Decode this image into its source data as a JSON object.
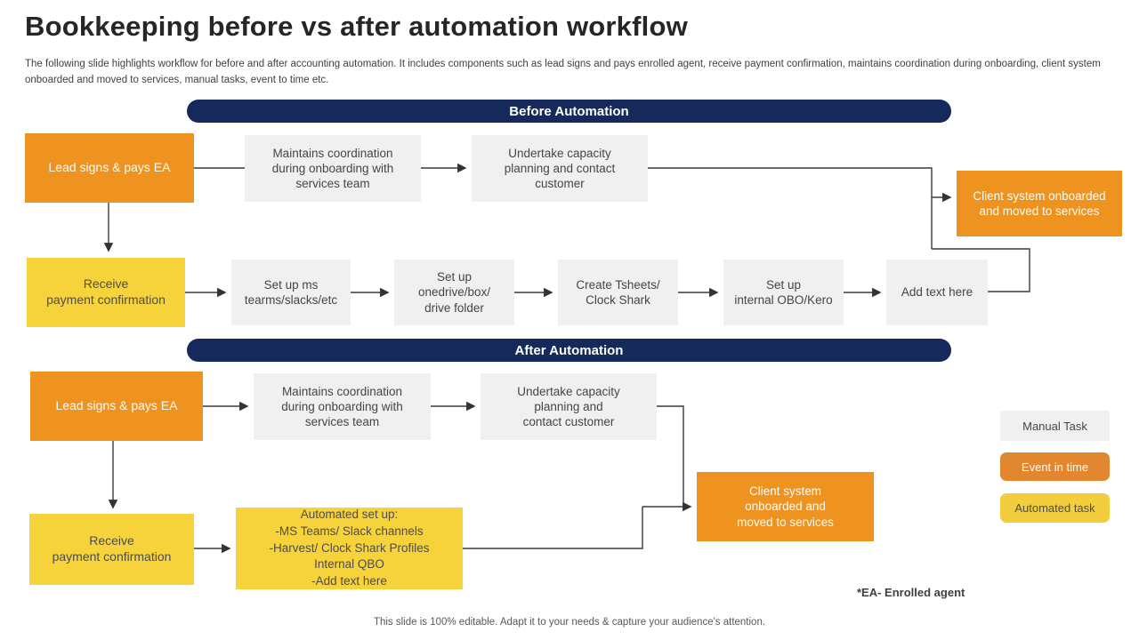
{
  "slide": {
    "title": "Bookkeeping before vs after automation workflow",
    "subtitle": "The following slide highlights workflow for before and after accounting automation. It includes components such as lead signs and pays enrolled agent, receive payment confirmation, maintains coordination during onboarding, client system onboarded and moved to services, manual tasks, event to time etc.",
    "footnote": "*EA- Enrolled agent",
    "footer": "This slide is 100% editable. Adapt it to your needs & capture your audience's attention."
  },
  "colors": {
    "navy": "#16295B",
    "orange": "#EE9220",
    "yellow": "#F6D23B",
    "gray_box": "#F0F0F0",
    "legend_orange": "#E2862F",
    "legend_yellow": "#F2CE3E"
  },
  "before": {
    "banner": "Before Automation",
    "lead": "Lead signs & pays EA",
    "maintains": "Maintains coordination\nduring onboarding with\nservices team",
    "undertake": "Undertake capacity\nplanning and contact\ncustomer",
    "client": "Client system onboarded\nand moved to services",
    "receive": "Receive\npayment confirmation",
    "setup_ms": "Set up ms\ntearms/slacks/etc",
    "setup_onedrive": "Set up\nonedrive/box/\ndrive folder",
    "create_tsheets": "Create Tsheets/\nClock Shark",
    "setup_obo": "Set up\ninternal OBO/Kero",
    "add_text": "Add text here"
  },
  "after": {
    "banner": "After Automation",
    "lead": "Lead signs & pays EA",
    "maintains": "Maintains coordination\nduring onboarding with\nservices team",
    "undertake": "Undertake capacity\nplanning and\ncontact customer",
    "client": "Client system\nonboarded and\nmoved to services",
    "receive": "Receive\npayment confirmation",
    "automated_lines": [
      "Automated set up:",
      "-MS Teams/ Slack channels",
      "-Harvest/ Clock Shark Profiles",
      "Internal QBO",
      "-Add text here"
    ]
  },
  "legend": {
    "manual": "Manual Task",
    "event": "Event in time",
    "automated": "Automated task"
  }
}
